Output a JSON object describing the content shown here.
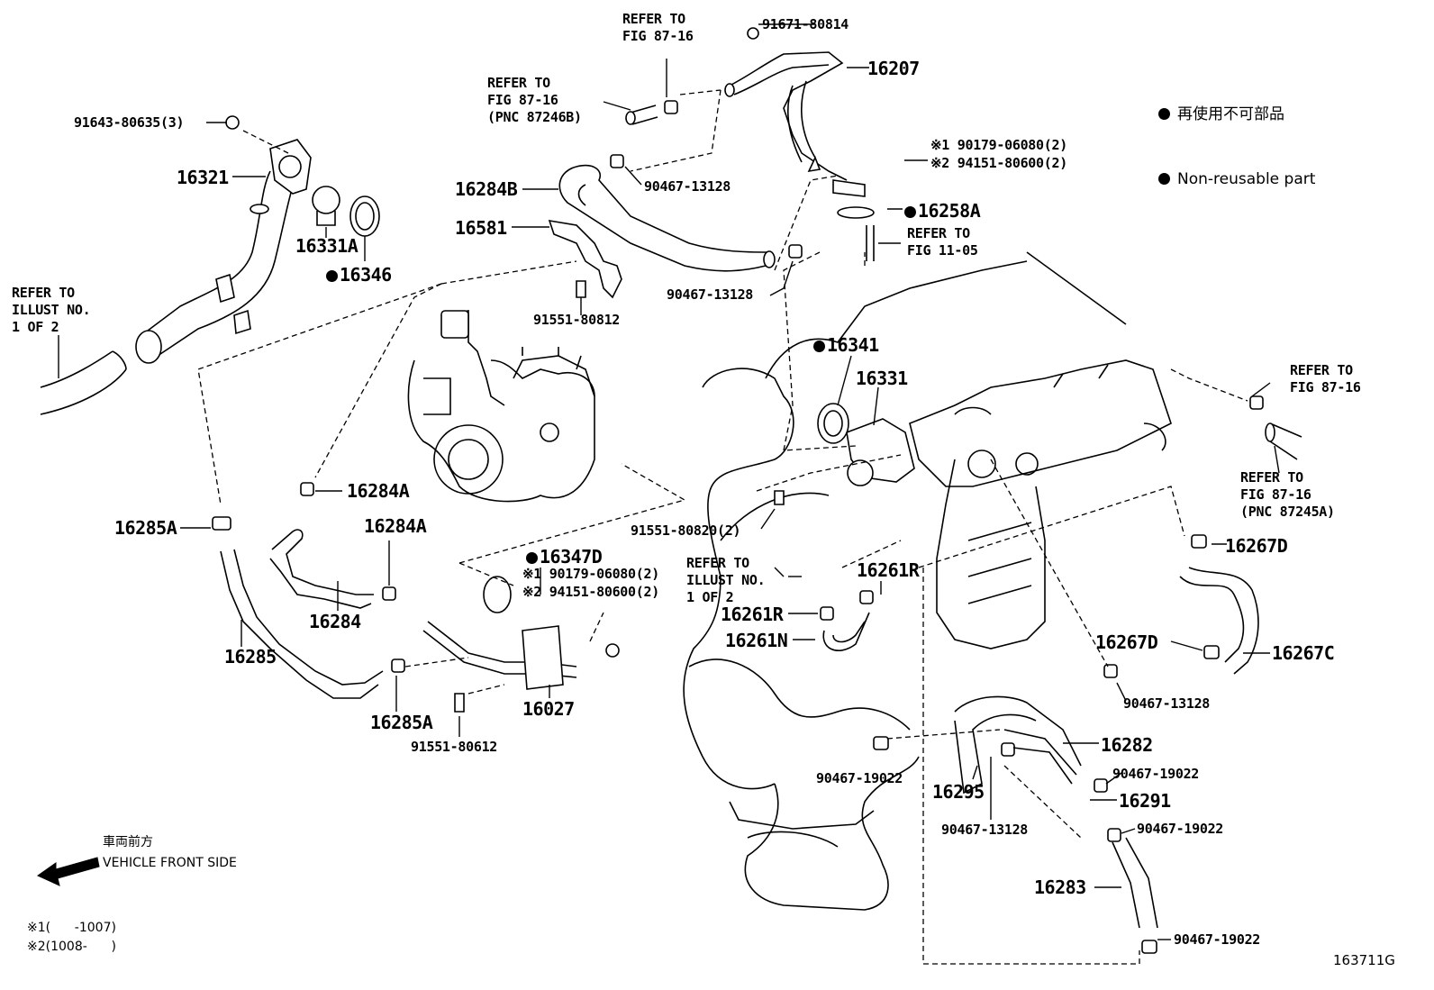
{
  "legend": {
    "jp": "再使用不可部品",
    "en": "Non-reusable part"
  },
  "front": {
    "jp": "車両前方",
    "en": "VEHICLE FRONT SIDE"
  },
  "footnotes": {
    "n1": "※1(      -1007)",
    "n2": "※2(1008-      )"
  },
  "figure_id": "163711G",
  "refs": {
    "r1": "REFER TO\nFIG 87-16",
    "r2": "REFER TO\nFIG 87-16\n(PNC 87246B)",
    "r3": "REFER TO\nILLUST NO.\n1 OF 2",
    "r4": "REFER TO\nFIG 11-05",
    "r5": "REFER TO\nFIG 87-16",
    "r6": "REFER TO\nFIG 87-16\n(PNC 87245A)",
    "r7": "REFER TO\nILLUST NO.\n1 OF 2"
  },
  "parts": {
    "p91671": "91671-80814",
    "p16207": "16207",
    "p91643": "91643-80635(3)",
    "p16321": "16321",
    "p16331A": "16331A",
    "p16346": "16346",
    "p16284B": "16284B",
    "p90467a": "90467-13128",
    "p16581": "16581",
    "p90467b": "90467-13128",
    "p91551a": "91551-80812",
    "p90179a": "※1 90179-06080(2)",
    "p94151a": "※2 94151-80600(2)",
    "p16258A": "16258A",
    "p16341": "16341",
    "p16331": "16331",
    "p16284A1": "16284A",
    "p16284A2": "16284A",
    "p16285A1": "16285A",
    "p16284": "16284",
    "p16285": "16285",
    "p16347D": "16347D",
    "p90179b": "※1 90179-06080(2)",
    "p94151b": "※2 94151-80600(2)",
    "p16027": "16027",
    "p16285A2": "16285A",
    "p91551b": "91551-80612",
    "p91551c": "91551-80820(2)",
    "p16261R1": "16261R",
    "p16261R2": "16261R",
    "p16261N": "16261N",
    "p16267D1": "16267D",
    "p16267D2": "16267D",
    "p16267C": "16267C",
    "p90467c": "90467-13128",
    "p16282": "16282",
    "p90467d": "90467-19022",
    "p90467e": "90467-19022",
    "p16291": "16291",
    "p16295": "16295",
    "p90467f": "90467-13128",
    "p90467g": "90467-19022",
    "p16283": "16283",
    "p90467h": "90467-19022"
  }
}
